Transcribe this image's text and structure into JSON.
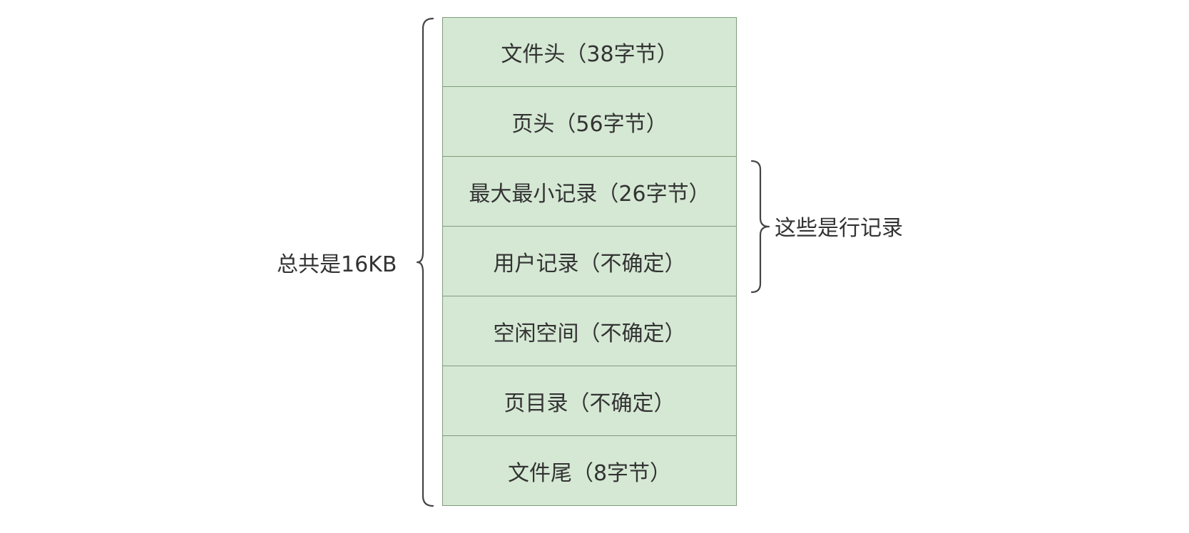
{
  "blocks": [
    {
      "id": "file-header",
      "label": "文件头（38字节）"
    },
    {
      "id": "page-header",
      "label": "页头（56字节）"
    },
    {
      "id": "infimum-supremum",
      "label": "最大最小记录（26字节）"
    },
    {
      "id": "user-records",
      "label": "用户记录（不确定）"
    },
    {
      "id": "free-space",
      "label": "空闲空间（不确定）"
    },
    {
      "id": "page-directory",
      "label": "页目录（不确定）"
    },
    {
      "id": "file-trailer",
      "label": "文件尾（8字节）"
    }
  ],
  "annotations": {
    "total": "总共是16KB",
    "row_records": "这些是行记录"
  },
  "colors": {
    "block_fill": "#d5e8d4",
    "block_border": "#7f9c7a",
    "text": "#333333",
    "brace": "#444444"
  }
}
